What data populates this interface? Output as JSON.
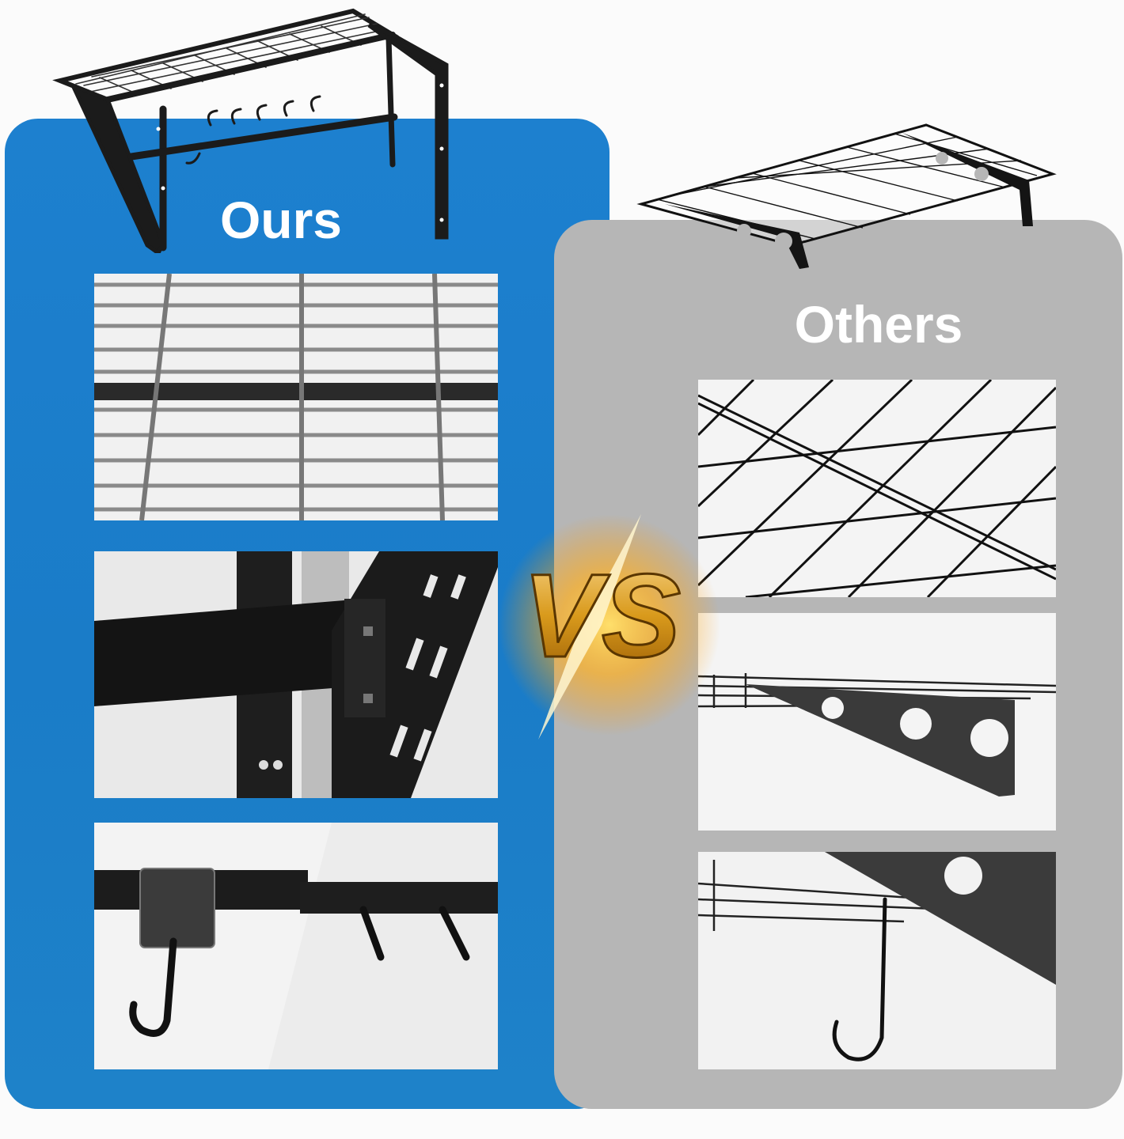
{
  "comparison": {
    "ours": {
      "label": "Ours"
    },
    "others": {
      "label": "Others"
    },
    "versus": {
      "label": "VS"
    }
  },
  "colors": {
    "ours_panel": "#1a7cc8",
    "others_panel": "#b6b6b6",
    "label_text": "#ffffff",
    "vs_gold": "#d9a11c"
  },
  "images": {
    "ours": [
      "shelf-with-hooks",
      "wire-grid-closeup",
      "bracket-upright-closeup",
      "hook-bar-closeup"
    ],
    "others": [
      "shelf-with-round-hole-brackets",
      "wire-grid-closeup",
      "bracket-side-closeup",
      "bracket-hook-closeup"
    ]
  }
}
